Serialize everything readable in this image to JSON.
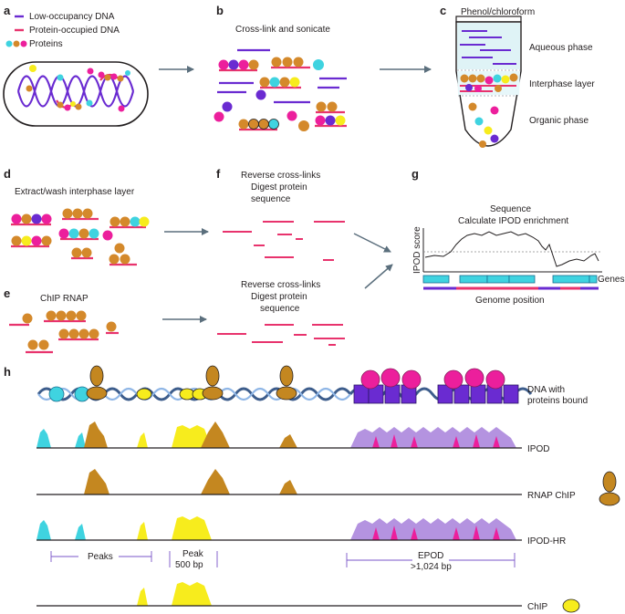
{
  "panels": {
    "a": "a",
    "b": "b",
    "c": "c",
    "d": "d",
    "e": "e",
    "f": "f",
    "g": "g",
    "h": "h"
  },
  "legend": {
    "low_occupancy": "Low-occupancy DNA",
    "protein_occupied": "Protein-occupied DNA",
    "proteins": "Proteins"
  },
  "b": {
    "title": "Cross-link and sonicate"
  },
  "c": {
    "title": "Phenol/chloroform",
    "aqueous": "Aqueous phase",
    "interphase": "Interphase layer",
    "organic": "Organic phase"
  },
  "d": {
    "title": "Extract/wash interphase layer"
  },
  "e": {
    "title": "ChIP RNAP"
  },
  "f": {
    "line1": "Reverse cross-links",
    "line2": "Digest protein",
    "line3": "sequence"
  },
  "g": {
    "line1": "Sequence",
    "line2": "Calculate IPOD enrichment",
    "ylabel": "IPOD score",
    "genes": "Genes",
    "xlabel": "Genome position"
  },
  "h": {
    "dna_line1": "DNA with",
    "dna_line2": "proteins bound",
    "tracks": [
      "IPOD",
      "RNAP ChIP",
      "IPOD-HR",
      "ChIP"
    ],
    "peaks": "Peaks",
    "peak_line1": "Peak",
    "peak_line2": "500 bp",
    "epod_line1": "EPOD",
    "epod_line2": ">1,024 bp"
  },
  "colors": {
    "low_dna": "#6a2bd1",
    "occupied_dna": "#e8336d",
    "orange": "#d4892b",
    "magenta": "#ec1f9c",
    "cyan": "#3fd3e0",
    "yellow": "#f7ec1d",
    "purple": "#6a2bd1",
    "brown": "#c48720",
    "lilac": "#b493e0",
    "arrow": "#5b6f7d"
  }
}
